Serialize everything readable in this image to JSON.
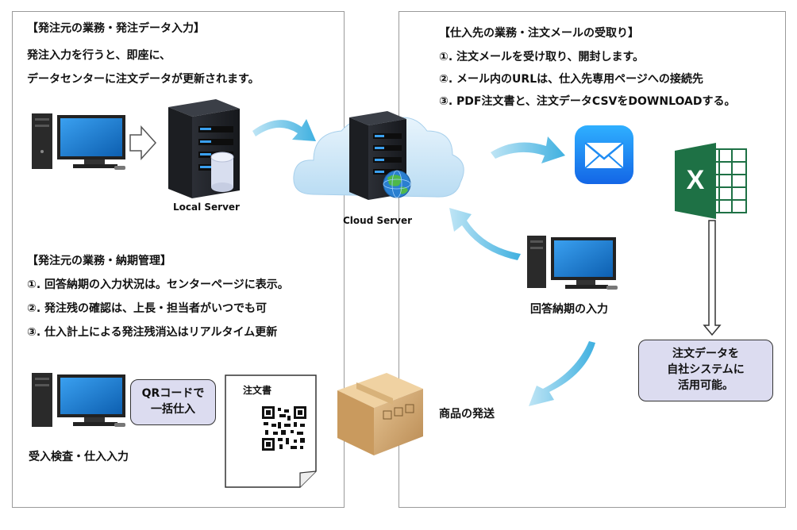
{
  "left": {
    "order_input": {
      "heading": "【発注元の業務・発注データ入力】",
      "lines": [
        "発注入力を行うと、即座に、",
        "データセンターに注文データが更新されます。"
      ]
    },
    "local_server_label": "Local Server",
    "delivery": {
      "heading": "【発注元の業務・納期管理】",
      "lines": [
        "①. 回答納期の入力状況は。センターページに表示。",
        "②. 発注残の確認は、上長・担当者がいつでも可",
        "③. 仕入計上による発注残消込はリアルタイム更新"
      ]
    },
    "qr_box": {
      "line1": "QRコードで",
      "line2": "一括仕入"
    },
    "order_sheet_title": "注文書",
    "receiving_label": "受入検査・仕入入力"
  },
  "cloud_server_label": "Cloud Server",
  "right": {
    "supplier": {
      "heading": "【仕入先の業務・注文メールの受取り】",
      "lines": [
        "①. 注文メールを受け取り、開封します。",
        "②. メール内のURLは、仕入先専用ページへの接続先",
        "③. PDF注文書と、注文データCSVをDOWNLOADする。"
      ]
    },
    "reply_label": "回答納期の入力",
    "shipping_label": "商品の発送",
    "system_box": {
      "line1": "注文データを",
      "line2": "自社システムに",
      "line3": "活用可能。"
    }
  },
  "icons": [
    "desktop-pc-icon",
    "server-icon",
    "database-icon",
    "cloud-icon",
    "globe-icon",
    "mail-icon",
    "excel-icon",
    "qr-code-icon",
    "document-icon",
    "cardboard-box-icon",
    "hollow-arrow-icon",
    "curved-arrow-icon"
  ],
  "colors": {
    "monitor_blue": "#1a73c8",
    "cloud": "#cfe6f6",
    "arrow": "#5ab8e0",
    "excel_green": "#1e7145",
    "mail_blue": "#1f8cf3",
    "box_fill": "#dcdcf0"
  }
}
